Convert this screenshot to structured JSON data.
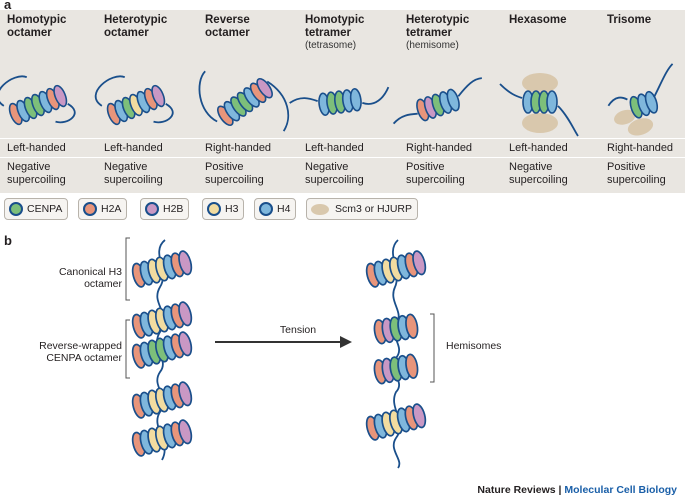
{
  "panel_a": {
    "letter": "a",
    "columns": [
      {
        "title": "Homotypic octamer",
        "subtitle": "",
        "handedness": "Left-handed",
        "supercoiling": "Negative supercoiling"
      },
      {
        "title": "Heterotypic octamer",
        "subtitle": "",
        "handedness": "Left-handed",
        "supercoiling": "Negative supercoiling"
      },
      {
        "title": "Reverse octamer",
        "subtitle": "",
        "handedness": "Right-handed",
        "supercoiling": "Positive supercoiling"
      },
      {
        "title": "Homotypic tetramer",
        "subtitle": "(tetrasome)",
        "handedness": "Left-handed",
        "supercoiling": "Negative supercoiling"
      },
      {
        "title": "Heterotypic tetramer",
        "subtitle": "(hemisome)",
        "handedness": "Right-handed",
        "supercoiling": "Positive supercoiling"
      },
      {
        "title": "Hexasome",
        "subtitle": "",
        "handedness": "Left-handed",
        "supercoiling": "Negative supercoiling"
      },
      {
        "title": "Trisome",
        "subtitle": "",
        "handedness": "Right-handed",
        "supercoiling": "Positive supercoiling"
      }
    ],
    "legend": [
      {
        "label": "CENPA",
        "color": "#7dbf7a",
        "icon": "cenpa-histone-icon"
      },
      {
        "label": "H2A",
        "color": "#e8957b",
        "icon": "h2a-histone-icon"
      },
      {
        "label": "H2B",
        "color": "#c998c4",
        "icon": "h2b-histone-icon"
      },
      {
        "label": "H3",
        "color": "#f2dca0",
        "icon": "h3-histone-icon"
      },
      {
        "label": "H4",
        "color": "#7fb7dc",
        "icon": "h4-histone-icon"
      },
      {
        "label": "Scm3 or HJURP",
        "color": "#d9c8ad",
        "icon": "chaperone-icon"
      }
    ]
  },
  "panel_b": {
    "letter": "b",
    "labels": {
      "canonical": "Canonical H3 octamer",
      "reverse": "Reverse-wrapped CENPA octamer",
      "tension": "Tension",
      "hemisomes": "Hemisomes"
    }
  },
  "footer": {
    "journal": "Nature Reviews",
    "separator": " | ",
    "section": "Molecular Cell Biology"
  },
  "colors": {
    "dna": "#1a4f8b",
    "panel_bg": "#e9e6e1",
    "cenpa": "#7dbf7a",
    "h2a": "#e8957b",
    "h2b": "#c998c4",
    "h3": "#f2dca0",
    "h4": "#7fb7dc",
    "chaperone": "#d9c8ad"
  }
}
